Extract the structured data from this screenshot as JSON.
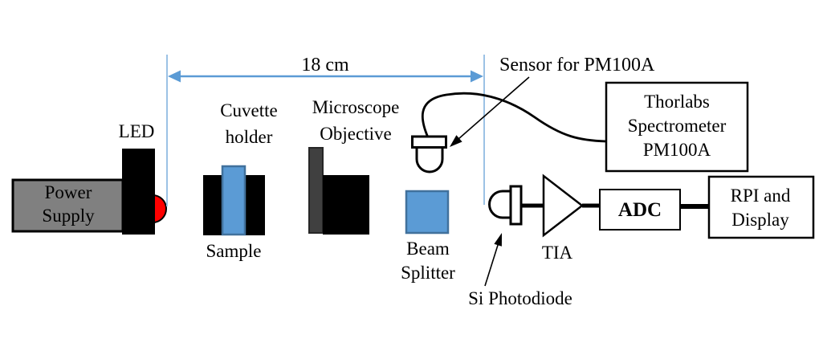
{
  "colors": {
    "accent_blue": "#5B9BD5",
    "blue_border": "#41719C",
    "light_blue_line": "#9CC2E5",
    "blue_text": "#2E74B5",
    "gray_fill": "#808080",
    "dark_gray": "#404040",
    "red": "#FF0000",
    "black": "#000000"
  },
  "components": {
    "led": {
      "label": "LED"
    },
    "power_supply": {
      "line1": "Power",
      "line2": "Supply"
    },
    "distance": {
      "label": "18 cm"
    },
    "cuvette_holder": {
      "line1": "Cuvette",
      "line2": "holder",
      "sample_label": "Sample"
    },
    "microscope": {
      "line1": "Microscope",
      "line2": "Objective"
    },
    "beam_splitter": {
      "line1": "Beam",
      "line2": "Splitter"
    },
    "sensor": {
      "label": "Sensor for PM100A"
    },
    "spectrometer": {
      "line1": "Thorlabs",
      "line2": "Spectrometer",
      "line3": "PM100A"
    },
    "photodiode": {
      "label": "Si Photodiode"
    },
    "tia": {
      "label": "TIA"
    },
    "adc": {
      "label": "ADC"
    },
    "rpi": {
      "line1": "RPI and",
      "line2": "Display"
    }
  }
}
